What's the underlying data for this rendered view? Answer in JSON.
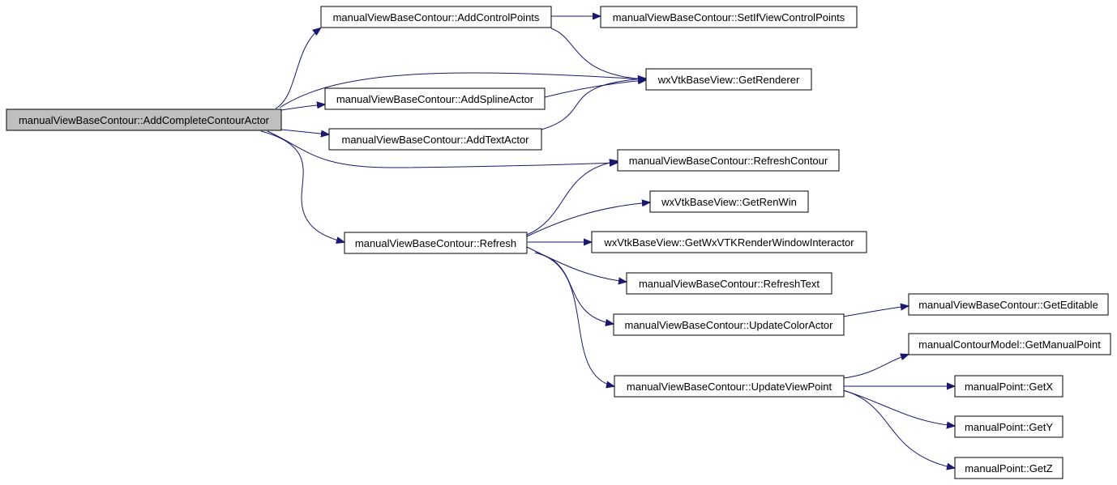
{
  "colors": {
    "edge": "#191970",
    "root_fill": "#bfbfbf",
    "node_fill": "#ffffff",
    "border": "#000000"
  },
  "nodes": {
    "root": "manualViewBaseContour::AddCompleteContourActor",
    "add_control_points": "manualViewBaseContour::AddControlPoints",
    "set_if_view_control_points": "manualViewBaseContour::SetIfViewControlPoints",
    "get_renderer": "wxVtkBaseView::GetRenderer",
    "add_spline_actor": "manualViewBaseContour::AddSplineActor",
    "add_text_actor": "manualViewBaseContour::AddTextActor",
    "refresh_contour": "manualViewBaseContour::RefreshContour",
    "get_ren_win": "wxVtkBaseView::GetRenWin",
    "refresh": "manualViewBaseContour::Refresh",
    "get_wxvtk_interactor": "wxVtkBaseView::GetWxVTKRenderWindowInteractor",
    "refresh_text": "manualViewBaseContour::RefreshText",
    "update_color_actor": "manualViewBaseContour::UpdateColorActor",
    "get_editable": "manualViewBaseContour::GetEditable",
    "get_manual_point": "manualContourModel::GetManualPoint",
    "update_view_point": "manualViewBaseContour::UpdateViewPoint",
    "get_x": "manualPoint::GetX",
    "get_y": "manualPoint::GetY",
    "get_z": "manualPoint::GetZ"
  }
}
